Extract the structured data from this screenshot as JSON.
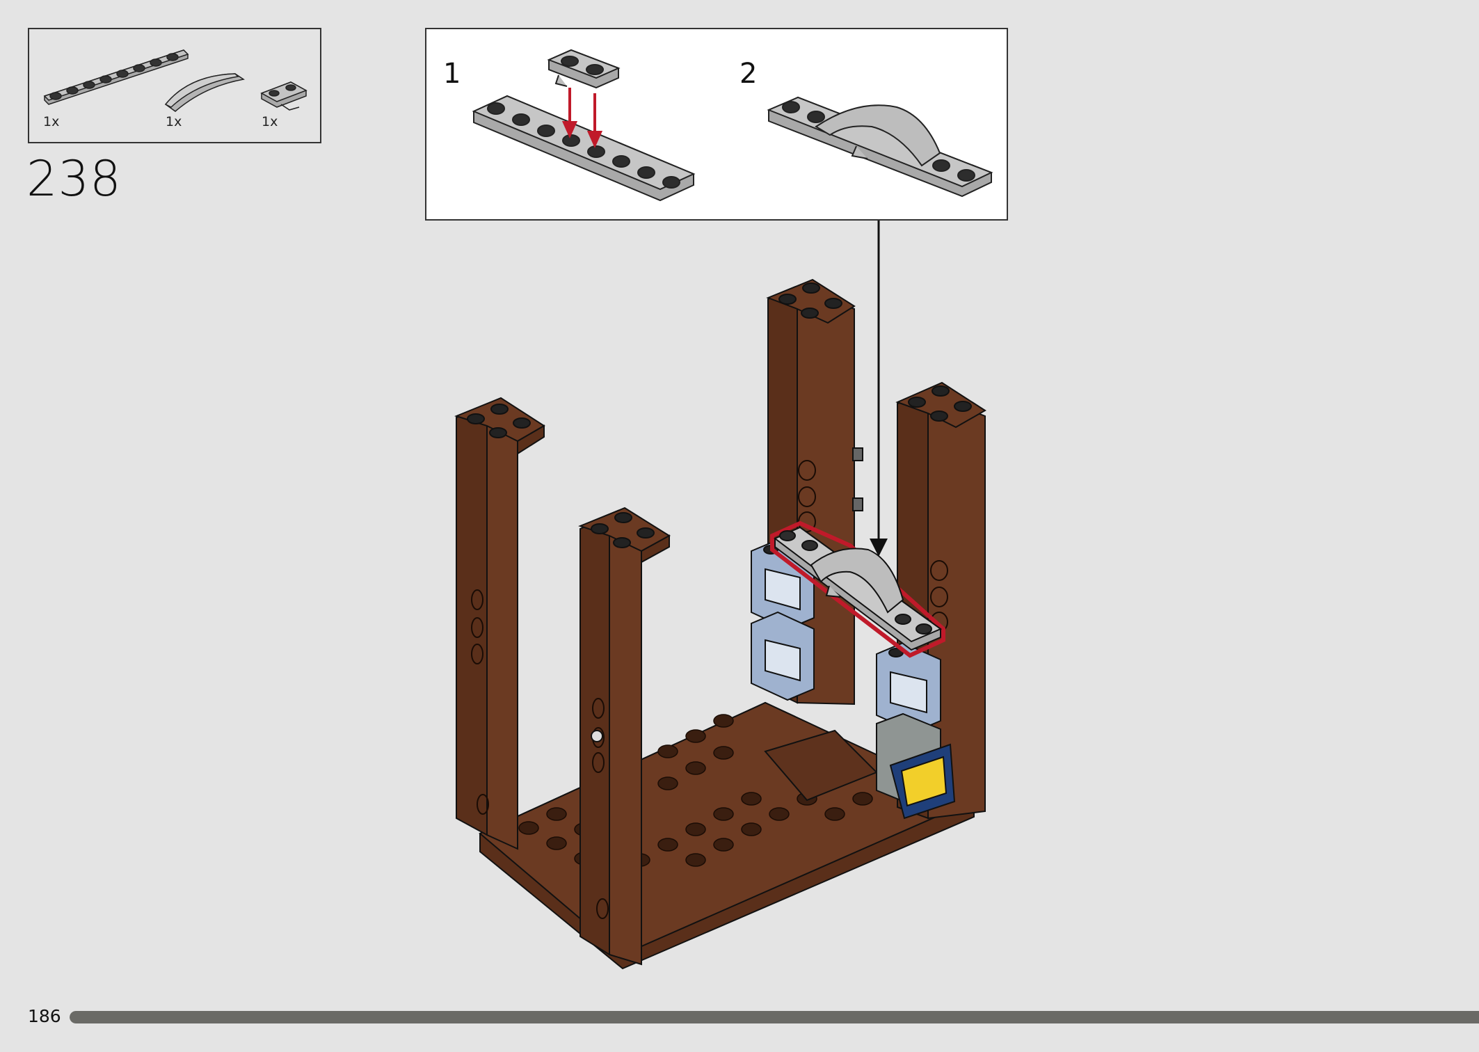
{
  "step": {
    "number": "238"
  },
  "page": {
    "number": "186",
    "progress_fraction": 1.0
  },
  "parts_list": [
    {
      "name": "plate-1x8-light-gray",
      "quantity": "1x"
    },
    {
      "name": "curved-slope-1x4-light-gray",
      "quantity": "1x"
    },
    {
      "name": "plate-1x2-with-clip-light-gray",
      "quantity": "1x"
    }
  ],
  "substeps": [
    {
      "label": "1"
    },
    {
      "label": "2"
    }
  ],
  "colors": {
    "background": "#e4e4e4",
    "brick_brown": "#6b3a22",
    "brick_gray": "#a9a9a9",
    "highlight_red": "#c01a2a",
    "window_blue": "#9fb2cf",
    "progress_bar": "#6a6a66"
  }
}
